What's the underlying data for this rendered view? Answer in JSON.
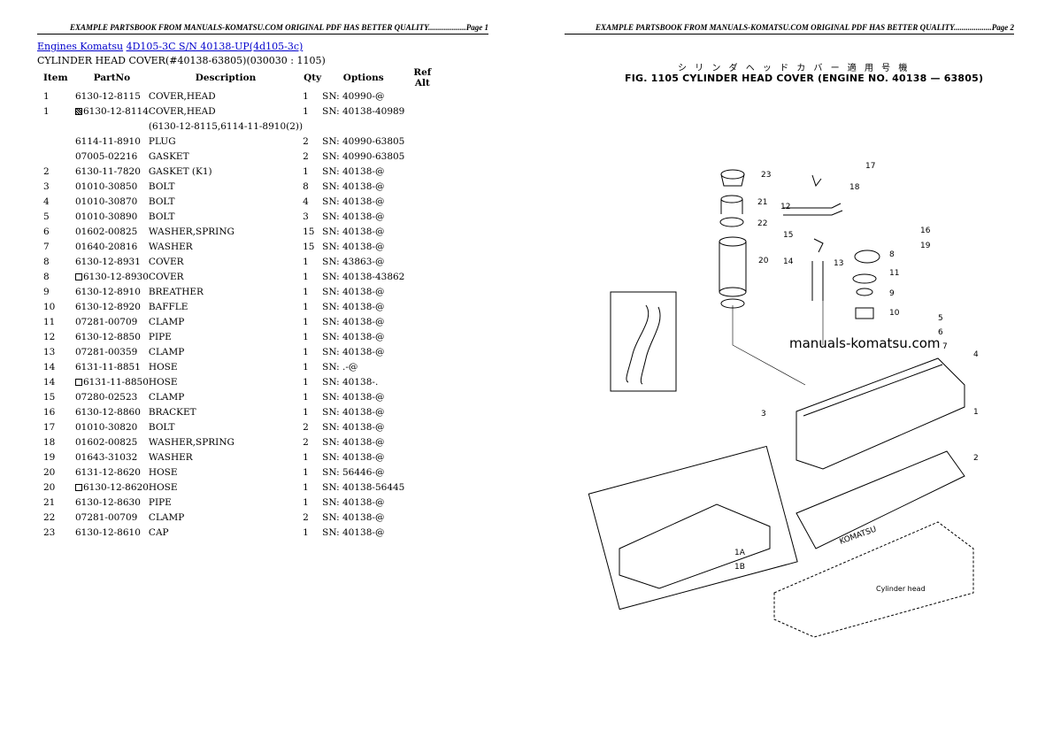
{
  "header_left": "EXAMPLE PARTSBOOK FROM MANUALS-KOMATSU.COM ORIGINAL PDF HAS BETTER QUALITY...................Page 1",
  "header_right": "EXAMPLE PARTSBOOK FROM MANUALS-KOMATSU.COM ORIGINAL PDF HAS BETTER QUALITY...................Page 2",
  "breadcrumb": {
    "link1": "Engines Komatsu",
    "link2": "4D105-3C S/N 40138-UP(4d105-3c)"
  },
  "subtitle": "CYLINDER HEAD COVER(#40138-63805)(030030 : 1105)",
  "columns": {
    "item": "Item",
    "partno": "PartNo",
    "description": "Description",
    "qty": "Qty",
    "options": "Options",
    "refalt": "Ref Alt"
  },
  "rows": [
    {
      "item": "1",
      "mark": "",
      "partno": "6130-12-8115",
      "desc": "COVER,HEAD",
      "qty": "1",
      "opt": "SN: 40990-@"
    },
    {
      "item": "1",
      "mark": "filled",
      "partno": "6130-12-8114",
      "desc": "COVER,HEAD",
      "qty": "1",
      "opt": "SN: 40138-40989"
    },
    {
      "item": "",
      "mark": "",
      "partno": "",
      "desc": "(6130-12-8115,6114-11-8910(2))",
      "qty": "",
      "opt": ""
    },
    {
      "item": "",
      "mark": "",
      "partno": "6114-11-8910",
      "desc": "PLUG",
      "qty": "2",
      "opt": "SN: 40990-63805"
    },
    {
      "item": "",
      "mark": "",
      "partno": "07005-02216",
      "desc": "GASKET",
      "qty": "2",
      "opt": "SN: 40990-63805"
    },
    {
      "item": "2",
      "mark": "",
      "partno": "6130-11-7820",
      "desc": "GASKET (K1)",
      "qty": "1",
      "opt": "SN: 40138-@"
    },
    {
      "item": "3",
      "mark": "",
      "partno": "01010-30850",
      "desc": "BOLT",
      "qty": "8",
      "opt": "SN: 40138-@"
    },
    {
      "item": "4",
      "mark": "",
      "partno": "01010-30870",
      "desc": "BOLT",
      "qty": "4",
      "opt": "SN: 40138-@"
    },
    {
      "item": "5",
      "mark": "",
      "partno": "01010-30890",
      "desc": "BOLT",
      "qty": "3",
      "opt": "SN: 40138-@"
    },
    {
      "item": "6",
      "mark": "",
      "partno": "01602-00825",
      "desc": "WASHER,SPRING",
      "qty": "15",
      "opt": "SN: 40138-@"
    },
    {
      "item": "7",
      "mark": "",
      "partno": "01640-20816",
      "desc": "WASHER",
      "qty": "15",
      "opt": "SN: 40138-@"
    },
    {
      "item": "8",
      "mark": "",
      "partno": "6130-12-8931",
      "desc": "COVER",
      "qty": "1",
      "opt": "SN: 43863-@"
    },
    {
      "item": "8",
      "mark": "empty",
      "partno": "6130-12-8930",
      "desc": "COVER",
      "qty": "1",
      "opt": "SN: 40138-43862"
    },
    {
      "item": "9",
      "mark": "",
      "partno": "6130-12-8910",
      "desc": "BREATHER",
      "qty": "1",
      "opt": "SN: 40138-@"
    },
    {
      "item": "10",
      "mark": "",
      "partno": "6130-12-8920",
      "desc": "BAFFLE",
      "qty": "1",
      "opt": "SN: 40138-@"
    },
    {
      "item": "11",
      "mark": "",
      "partno": "07281-00709",
      "desc": "CLAMP",
      "qty": "1",
      "opt": "SN: 40138-@"
    },
    {
      "item": "12",
      "mark": "",
      "partno": "6130-12-8850",
      "desc": "PIPE",
      "qty": "1",
      "opt": "SN: 40138-@"
    },
    {
      "item": "13",
      "mark": "",
      "partno": "07281-00359",
      "desc": "CLAMP",
      "qty": "1",
      "opt": "SN: 40138-@"
    },
    {
      "item": "14",
      "mark": "",
      "partno": "6131-11-8851",
      "desc": "HOSE",
      "qty": "1",
      "opt": "SN: .-@"
    },
    {
      "item": "14",
      "mark": "empty",
      "partno": "6131-11-8850",
      "desc": "HOSE",
      "qty": "1",
      "opt": "SN: 40138-."
    },
    {
      "item": "15",
      "mark": "",
      "partno": "07280-02523",
      "desc": "CLAMP",
      "qty": "1",
      "opt": "SN: 40138-@"
    },
    {
      "item": "16",
      "mark": "",
      "partno": "6130-12-8860",
      "desc": "BRACKET",
      "qty": "1",
      "opt": "SN: 40138-@"
    },
    {
      "item": "17",
      "mark": "",
      "partno": "01010-30820",
      "desc": "BOLT",
      "qty": "2",
      "opt": "SN: 40138-@"
    },
    {
      "item": "18",
      "mark": "",
      "partno": "01602-00825",
      "desc": "WASHER,SPRING",
      "qty": "2",
      "opt": "SN: 40138-@"
    },
    {
      "item": "19",
      "mark": "",
      "partno": "01643-31032",
      "desc": "WASHER",
      "qty": "1",
      "opt": "SN: 40138-@"
    },
    {
      "item": "20",
      "mark": "",
      "partno": "6131-12-8620",
      "desc": "HOSE",
      "qty": "1",
      "opt": "SN: 56446-@"
    },
    {
      "item": "20",
      "mark": "empty",
      "partno": "6130-12-8620",
      "desc": "HOSE",
      "qty": "1",
      "opt": "SN: 40138-56445"
    },
    {
      "item": "21",
      "mark": "",
      "partno": "6130-12-8630",
      "desc": "PIPE",
      "qty": "1",
      "opt": "SN: 40138-@"
    },
    {
      "item": "22",
      "mark": "",
      "partno": "07281-00709",
      "desc": "CLAMP",
      "qty": "2",
      "opt": "SN: 40138-@"
    },
    {
      "item": "23",
      "mark": "",
      "partno": "6130-12-8610",
      "desc": "CAP",
      "qty": "1",
      "opt": "SN: 40138-@"
    }
  ],
  "figure": {
    "jp_title": "シ リ ン ダ ヘ ッ ド カ バ ー   適 用 号 機",
    "title": "FIG. 1105  CYLINDER HEAD COVER (ENGINE NO. 40138 — 63805)",
    "watermark": "manuals-komatsu.com",
    "callouts": [
      "1",
      "1A",
      "1B",
      "2",
      "3",
      "4",
      "5",
      "6",
      "7",
      "8",
      "9",
      "10",
      "11",
      "12",
      "13",
      "14",
      "15",
      "16",
      "17",
      "18",
      "19",
      "20",
      "21",
      "22",
      "23"
    ],
    "cylinder_head_label": "Cylinder head",
    "cover_text": "KOMATSU"
  }
}
